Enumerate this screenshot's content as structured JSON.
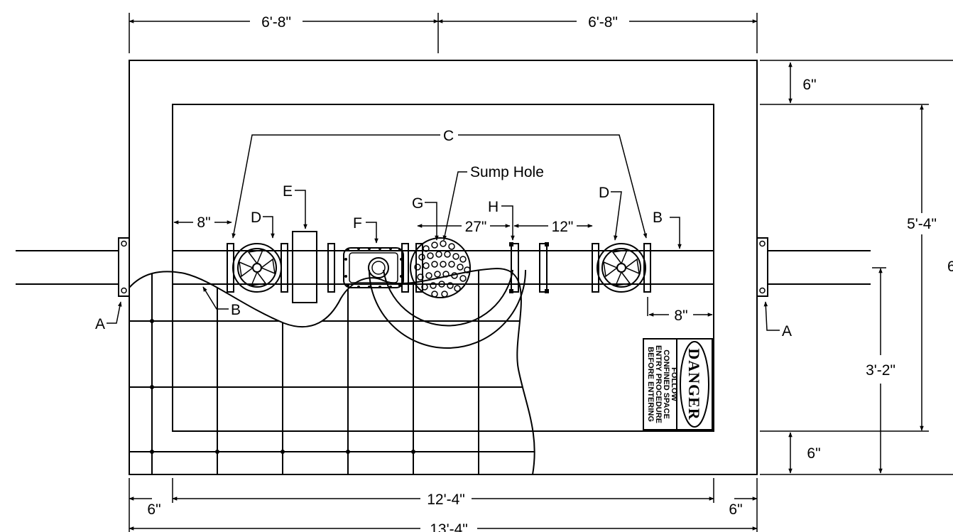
{
  "dimensions": {
    "top_left": "6'-8\"",
    "top_right": "6'-8\"",
    "right_top_wall": "6\"",
    "right_inner_height": "5'-4\"",
    "right_partial": "6",
    "right_pipe_height": "3'-2\"",
    "right_bottom_wall": "6\"",
    "bottom_left_wall": "6\"",
    "bottom_inner_length": "12'-4\"",
    "bottom_right_wall": "6\"",
    "bottom_overall_length": "13'-4\"",
    "valve_offset_left": "8\"",
    "valve_offset_right": "8\"",
    "sump_to_coupling": "27\"",
    "coupling_to_valve": "12\""
  },
  "labels": {
    "a_left": "A",
    "a_right": "A",
    "b_upper": "B",
    "b_lower": "B",
    "c": "C",
    "d_left": "D",
    "d_right": "D",
    "e": "E",
    "f": "F",
    "g": "G",
    "h": "H",
    "sump_hole": "Sump Hole"
  },
  "danger_sign": {
    "title": "DANGER",
    "line1": "FOLLOW",
    "line2": "CONFINED SPACE",
    "line3": "ENTRY PROCEDURE",
    "line4": "BEFORE ENTERING"
  }
}
